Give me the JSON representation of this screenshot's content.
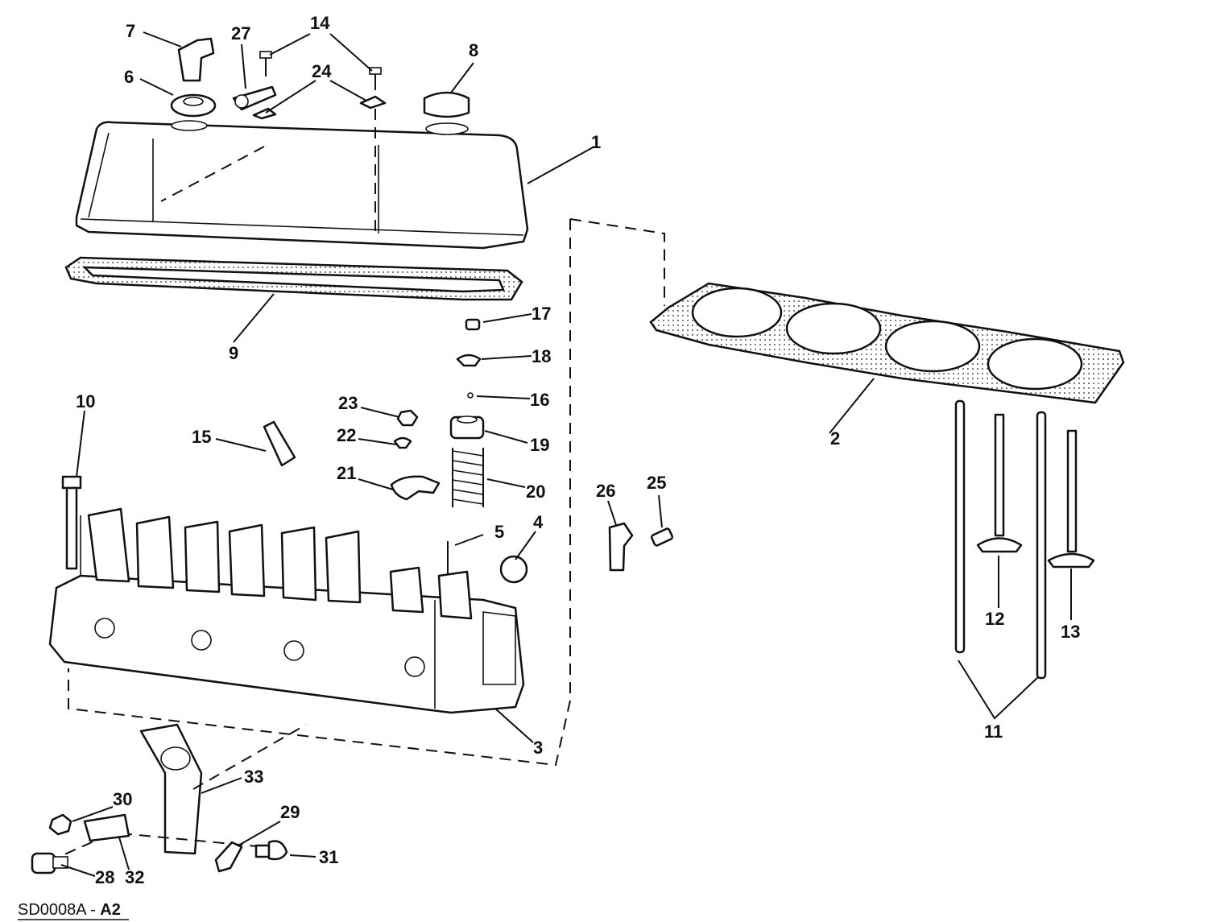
{
  "diagram": {
    "callouts": [
      "1",
      "2",
      "3",
      "4",
      "5",
      "6",
      "7",
      "8",
      "9",
      "10",
      "11",
      "12",
      "13",
      "14",
      "15",
      "16",
      "17",
      "18",
      "19",
      "20",
      "21",
      "22",
      "23",
      "24",
      "25",
      "26",
      "27",
      "28",
      "29",
      "30",
      "31",
      "32",
      "33"
    ],
    "footer": {
      "code": "SD0008A",
      "separator": " - ",
      "suffix": "A2"
    }
  }
}
